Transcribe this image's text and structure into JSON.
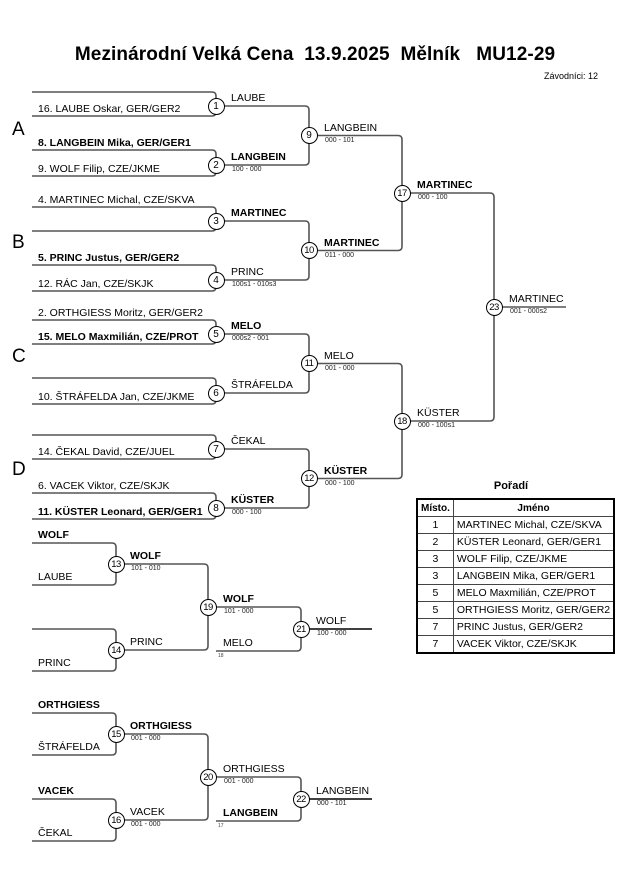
{
  "header": {
    "title": "Mezinárodní Velká Cena  13.9.2025  Mělník   MU12-29",
    "competitors_count": "Závodníci: 12"
  },
  "groups": [
    "A",
    "B",
    "C",
    "D"
  ],
  "entries": [
    {
      "text": "16. LAUBE Oskar, GER/GER2",
      "bold": false
    },
    {
      "text": "8. LANGBEIN Mika, GER/GER1",
      "bold": true
    },
    {
      "text": "9. WOLF Filip, CZE/JKME",
      "bold": false
    },
    {
      "text": "4. MARTINEC Michal, CZE/SKVA",
      "bold": false
    },
    {
      "text": "5. PRINC Justus, GER/GER2",
      "bold": true
    },
    {
      "text": "12. RÁC Jan, CZE/SKJK",
      "bold": false
    },
    {
      "text": "2. ORTHGIESS Moritz, GER/GER2",
      "bold": false
    },
    {
      "text": "15. MELO Maxmilián, CZE/PROT",
      "bold": true
    },
    {
      "text": "10. ŠTRÁFELDA Jan, CZE/JKME",
      "bold": false
    },
    {
      "text": "14. ČEKAL David, CZE/JUEL",
      "bold": false
    },
    {
      "text": "6. VACEK Viktor, CZE/SKJK",
      "bold": false
    },
    {
      "text": "11. KÜSTER Leonard, GER/GER1",
      "bold": true
    }
  ],
  "matches": {
    "m1": {
      "no": "1",
      "winner": "LAUBE",
      "bold": false,
      "score": ""
    },
    "m2": {
      "no": "2",
      "winner": "LANGBEIN",
      "bold": true,
      "score": "100 - 000"
    },
    "m3": {
      "no": "3",
      "winner": "MARTINEC",
      "bold": true,
      "score": ""
    },
    "m4": {
      "no": "4",
      "winner": "PRINC",
      "bold": false,
      "score": "100s1 - 010s3"
    },
    "m5": {
      "no": "5",
      "winner": "MELO",
      "bold": true,
      "score": "000s2 - 001"
    },
    "m6": {
      "no": "6",
      "winner": "ŠTRÁFELDA",
      "bold": false,
      "score": ""
    },
    "m7": {
      "no": "7",
      "winner": "ČEKAL",
      "bold": false,
      "score": ""
    },
    "m8": {
      "no": "8",
      "winner": "KÜSTER",
      "bold": true,
      "score": "000 - 100"
    },
    "m9": {
      "no": "9",
      "winner": "LANGBEIN",
      "bold": false,
      "score": "000 - 101"
    },
    "m10": {
      "no": "10",
      "winner": "MARTINEC",
      "bold": true,
      "score": "011 - 000"
    },
    "m11": {
      "no": "11",
      "winner": "MELO",
      "bold": false,
      "score": "001 - 000"
    },
    "m12": {
      "no": "12",
      "winner": "KÜSTER",
      "bold": true,
      "score": "000 - 100"
    },
    "m17": {
      "no": "17",
      "winner": "MARTINEC",
      "bold": true,
      "score": "000 - 100"
    },
    "m18": {
      "no": "18",
      "winner": "KÜSTER",
      "bold": false,
      "score": "000 - 100s1"
    },
    "m23": {
      "no": "23",
      "winner": "MARTINEC",
      "bold": false,
      "score": "001 - 000s2"
    },
    "m13": {
      "no": "13",
      "winner": "WOLF",
      "bold": true,
      "score": "101 - 010"
    },
    "m14": {
      "no": "14",
      "winner": "PRINC",
      "bold": false,
      "score": ""
    },
    "m19": {
      "no": "19",
      "winner": "WOLF",
      "bold": true,
      "score": "101 - 000"
    },
    "m21": {
      "no": "21",
      "winner": "WOLF",
      "bold": false,
      "score": "100 - 000"
    },
    "m15": {
      "no": "15",
      "winner": "ORTHGIESS",
      "bold": true,
      "score": "001 - 000"
    },
    "m16": {
      "no": "16",
      "winner": "VACEK",
      "bold": false,
      "score": "001 - 000"
    },
    "m20": {
      "no": "20",
      "winner": "ORTHGIESS",
      "bold": false,
      "score": "001 - 000"
    },
    "m22": {
      "no": "22",
      "winner": "LANGBEIN",
      "bold": false,
      "score": "000 - 101"
    }
  },
  "repechage": {
    "r1": {
      "top": "WOLF",
      "top_bold": true,
      "bottom": "LAUBE",
      "bottom_bold": false,
      "top2": "",
      "bottom2": "PRINC",
      "bottom2_bold": false,
      "loser_in": "MELO",
      "loser_in_bold": false,
      "loser_from": "18"
    },
    "r2": {
      "top": "ORTHGIESS",
      "top_bold": true,
      "bottom": "ŠTRÁFELDA",
      "bottom_bold": false,
      "top2": "VACEK",
      "top2_bold": true,
      "bottom2": "ČEKAL",
      "bottom2_bold": false,
      "loser_in": "LANGBEIN",
      "loser_in_bold": true,
      "loser_from": "17"
    }
  },
  "ranking": {
    "title": "Pořadí",
    "headers": {
      "place": "Místo.",
      "name": "Jméno"
    },
    "rows": [
      {
        "place": "1",
        "name": "MARTINEC Michal, CZE/SKVA"
      },
      {
        "place": "2",
        "name": "KÜSTER Leonard, GER/GER1"
      },
      {
        "place": "3",
        "name": "WOLF Filip, CZE/JKME"
      },
      {
        "place": "3",
        "name": "LANGBEIN Mika, GER/GER1"
      },
      {
        "place": "5",
        "name": "MELO Maxmilián, CZE/PROT"
      },
      {
        "place": "5",
        "name": "ORTHGIESS Moritz, GER/GER2"
      },
      {
        "place": "7",
        "name": "PRINC Justus, GER/GER2"
      },
      {
        "place": "7",
        "name": "VACEK Viktor, CZE/SKJK"
      }
    ]
  }
}
